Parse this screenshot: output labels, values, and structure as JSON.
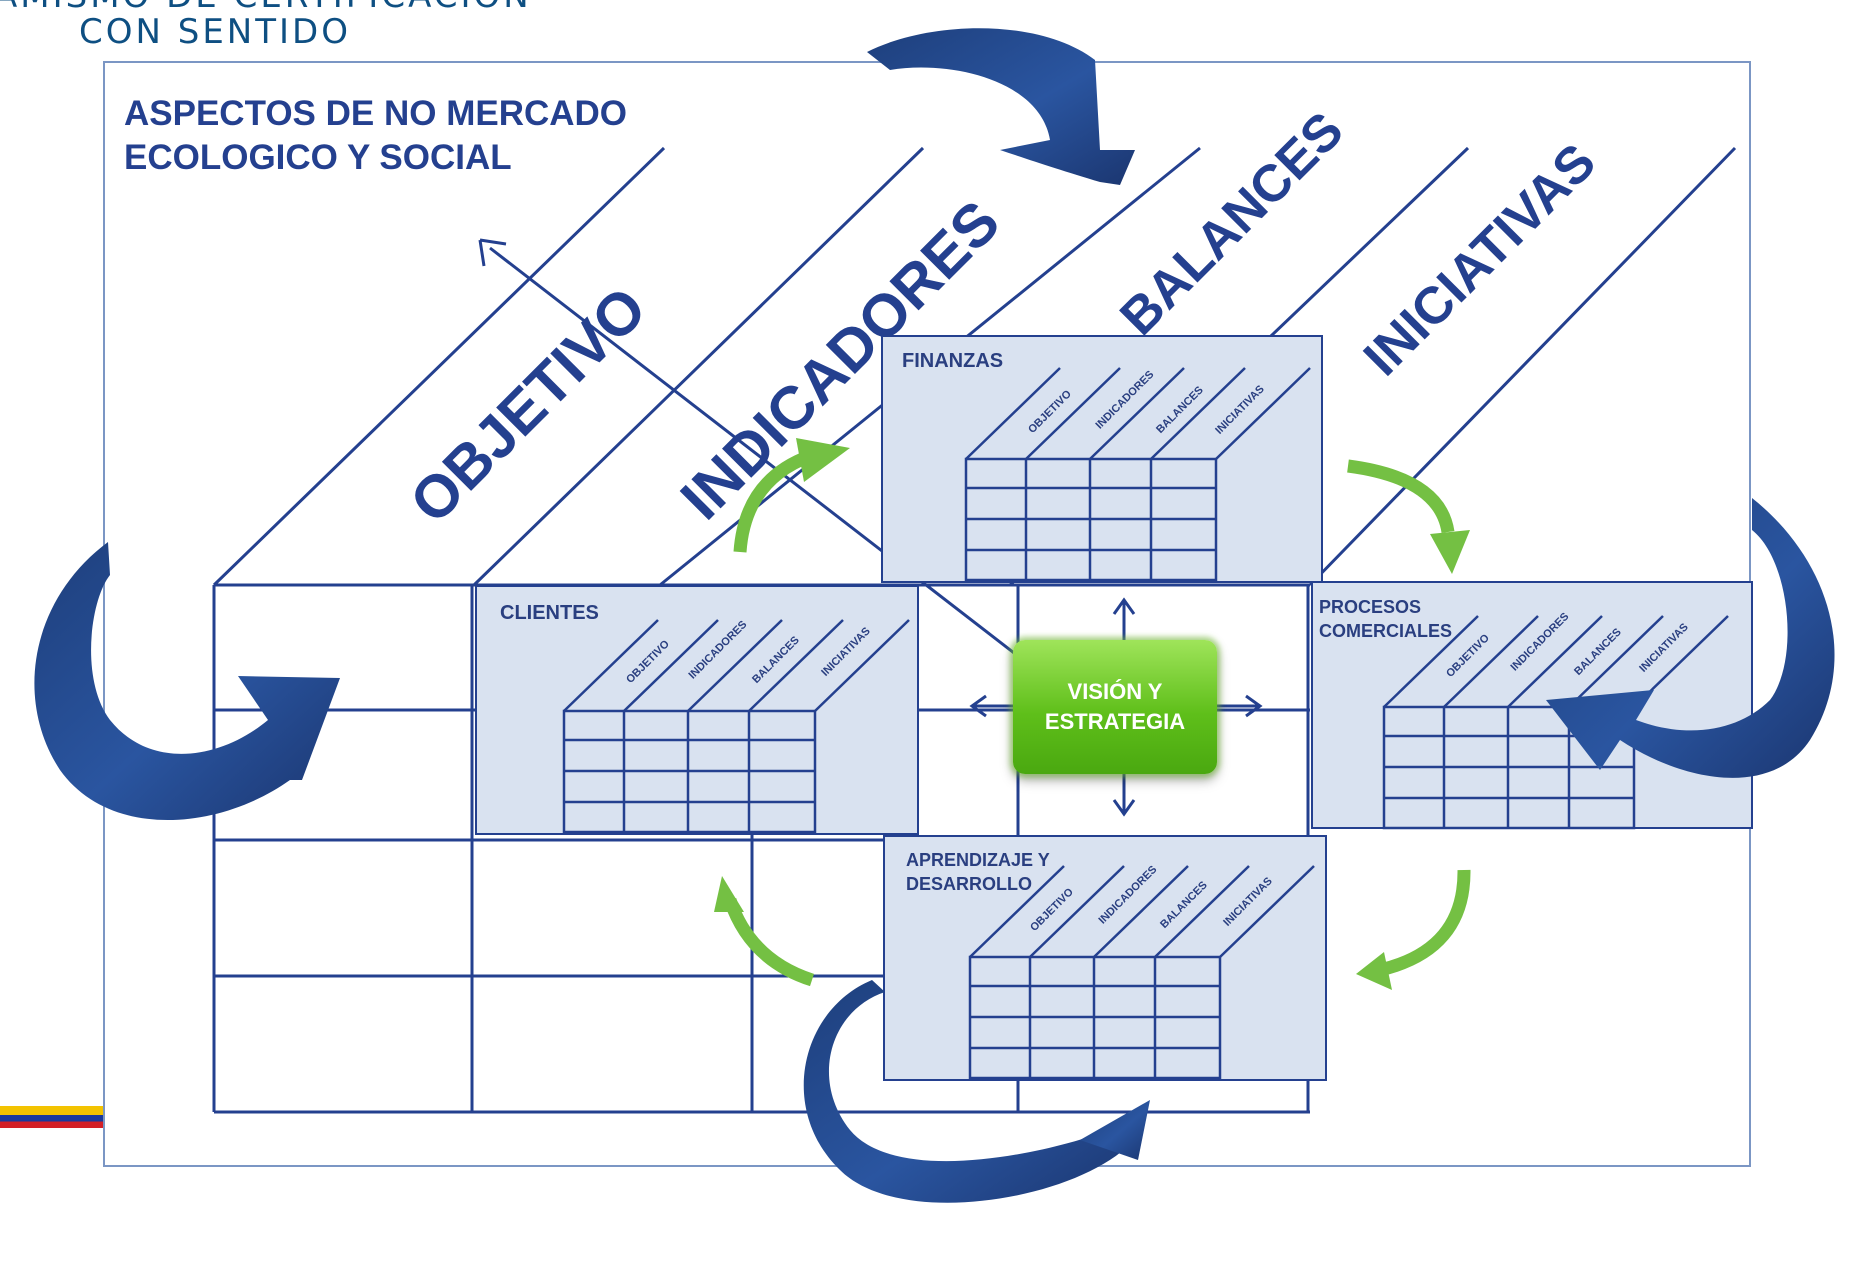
{
  "header": {
    "line1": "AMISMO DE CERTIFICACIÓN",
    "line2": "CON SENTIDO"
  },
  "title": {
    "line1": "ASPECTOS DE NO MERCADO",
    "line2": "ECOLOGICO Y SOCIAL"
  },
  "columns": [
    "OBJETIVO",
    "INDICADORES",
    "BALANCES",
    "INICIATIVAS"
  ],
  "perspectives": {
    "finanzas": {
      "label": "FINANZAS"
    },
    "clientes": {
      "label": "CLIENTES"
    },
    "procesos": {
      "label_line1": "PROCESOS",
      "label_line2": "COMERCIALES"
    },
    "aprendizaje": {
      "label_line1": "APRENDIZAJE Y",
      "label_line2": "DESARROLLO"
    }
  },
  "center": {
    "line1": "VISIÓN Y",
    "line2": "ESTRATEGIA"
  },
  "colors": {
    "navy": "#24408f",
    "card_fill": "#d9e2f0",
    "green": "#74c043",
    "big_arrow": "#274e8c",
    "center_green": "#6fcf25"
  },
  "icons": [
    "curved-blue-arrow-icon",
    "curved-green-arrow-icon",
    "four-way-arrow-icon"
  ]
}
